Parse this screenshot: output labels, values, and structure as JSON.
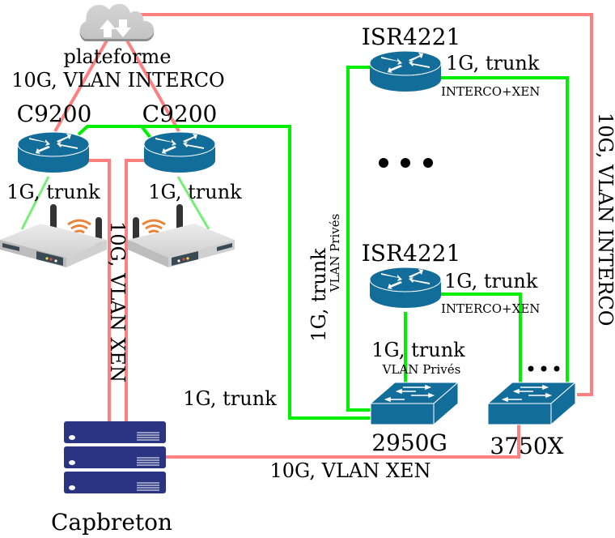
{
  "diagram": {
    "title": "Network topology",
    "colors": {
      "link_10g": "#ff8080",
      "link_1g": "#00ee00",
      "link_wifi": "#77ee77",
      "cisco_blue": "#136d9a",
      "server_blue": "#2b3483",
      "cloud_grey": "#cccccc"
    },
    "nodes": {
      "cloud": {
        "label": "plateforme",
        "icon": "cloud-updown-icon"
      },
      "c9200_left": {
        "label": "C9200",
        "icon": "router-icon"
      },
      "c9200_right": {
        "label": "C9200",
        "icon": "router-icon"
      },
      "ap_left": {
        "icon": "wifi-access-point-icon"
      },
      "ap_right": {
        "icon": "wifi-access-point-icon"
      },
      "isr_top": {
        "label": "ISR4221",
        "icon": "router-icon"
      },
      "isr_bottom": {
        "label": "ISR4221",
        "icon": "router-icon"
      },
      "switch_2950": {
        "label": "2950G",
        "icon": "switch-icon"
      },
      "switch_3750": {
        "label": "3750X",
        "icon": "switch-icon"
      },
      "server": {
        "label": "Capbreton",
        "icon": "server-rack-icon"
      }
    },
    "link_labels": {
      "cloud_to_c9200": "10G, VLAN INTERCO",
      "c9200_left_ap": "1G, trunk",
      "c9200_right_ap": "1G, trunk",
      "c9200_to_server": "10G, VLAN XEN",
      "c9200_to_2950": "1G, trunk",
      "isr_to_2950_main": "1G, trunk",
      "isr_to_2950_sub": "VLAN Privés",
      "isr_top_to_3750_main": "1G, trunk",
      "isr_top_to_3750_sub": "INTERCO+XEN",
      "isr_bottom_to_3750_main": "1G, trunk",
      "isr_bottom_to_3750_sub": "INTERCO+XEN",
      "isr_bottom_to_2950_main": "1G, trunk",
      "isr_bottom_to_2950_sub": "VLAN Privés",
      "cloud_to_3750": "10G, VLAN INTERCO",
      "server_to_3750": "10G, VLAN XEN"
    },
    "ellipsis": {
      "between_isr": "• • •",
      "near_3750": "• • •"
    }
  }
}
